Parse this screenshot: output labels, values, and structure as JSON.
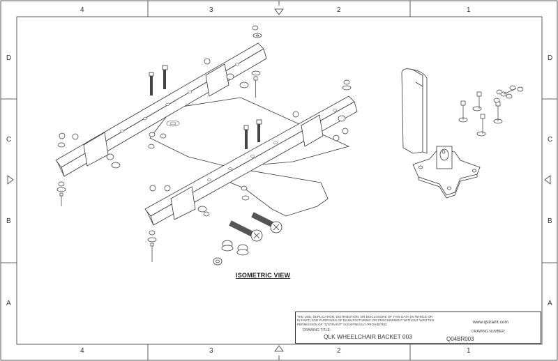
{
  "frame": {
    "column_labels": [
      "4",
      "3",
      "2",
      "1"
    ],
    "row_labels": [
      "D",
      "C",
      "B",
      "A"
    ]
  },
  "view_caption": "ISOMETRIC VIEW",
  "title_block": {
    "notice": "THE USE, DUPLICATION, DISTRIBUTION, OR DISCLOSURE OF THIS DATA (IN WHOLE OR IN PART) FOR PURPOSES OF MANUFACTURING OR PROCUREMENT WITHOUT WRITTEN PERMISSION OF \"Q'STRAINT\" IS EXPRESSLY PROHIBITED.",
    "drawing_title_label": "DRAWING TITLE:",
    "drawing_title": "QLK WHEELCHAIR BACKET 003",
    "website": "www.qstraint.com",
    "drawing_number_label": "DRAWING NUMBER:",
    "drawing_number": "Q04BR003"
  },
  "colors": {
    "line": "#333333",
    "bolt_shank": "#555555"
  }
}
